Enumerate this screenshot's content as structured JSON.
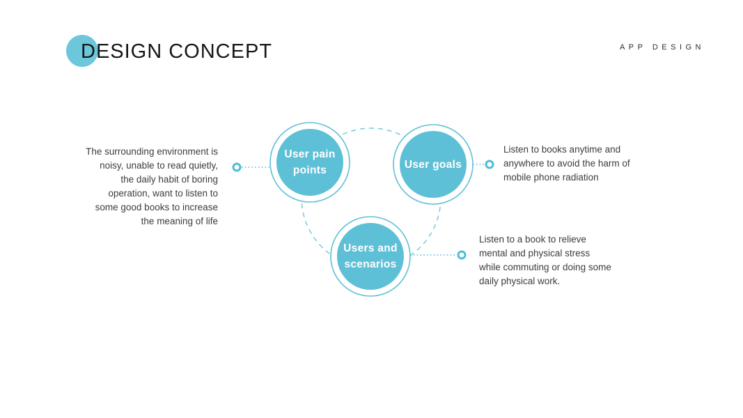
{
  "slide": {
    "title": "DESIGN CONCEPT",
    "tag": "APP DESIGN"
  },
  "colors": {
    "accent": "#5EC0D6",
    "accentLight": "#6CC7DB",
    "dash": "#74CADD",
    "connector": "#4FBDD5",
    "ink": "#151515",
    "bodyText": "#3C3C3C"
  },
  "diagram": {
    "nodes": [
      {
        "label": "User pain\npoints",
        "description": "The surrounding environment is\nnoisy, unable to read quietly,\nthe daily habit of boring\noperation, want to listen to\nsome good books to increase\nthe meaning of life"
      },
      {
        "label": "User goals",
        "description": "Listen to books anytime and\nanywhere to avoid the harm of\nmobile phone radiation"
      },
      {
        "label": "Users and\nscenarios",
        "description": "Listen to a book to relieve\nmental and physical stress\nwhile commuting or doing some\ndaily physical work."
      }
    ]
  }
}
